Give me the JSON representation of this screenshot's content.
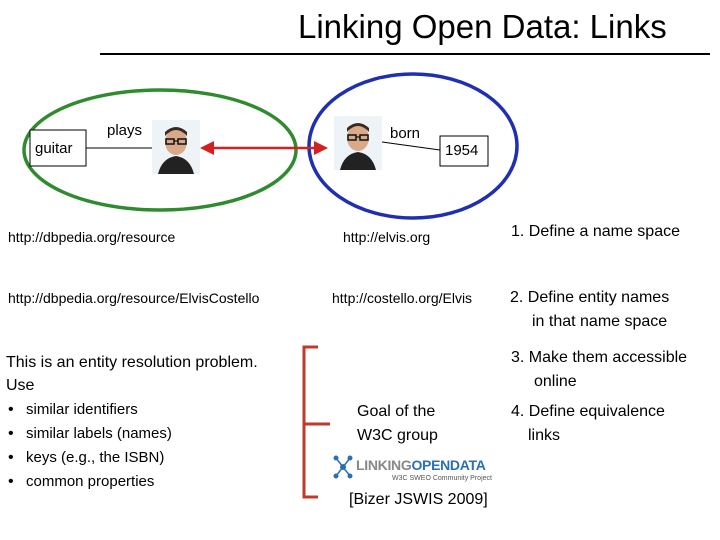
{
  "slide": {
    "title": "Linking Open Data: Links",
    "left_cluster": {
      "guitar_label": "guitar",
      "plays_label": "plays",
      "resource_url": "http://dbpedia.org/resource",
      "entity_url": "http://dbpedia.org/resource/ElvisCostello"
    },
    "right_cluster": {
      "born_label": "born",
      "year_label": "1954",
      "namespace_url": "http://elvis.org",
      "entity_url": "http://costello.org/Elvis"
    },
    "steps": {
      "step1": "1. Define a name space",
      "step2_line1": "2. Define entity names",
      "step2_line2": "in that name space",
      "step3_line1": "3. Make them accessible",
      "step3_line2": "online",
      "step4_line1": "4. Define equivalence",
      "step4_line2": "links"
    },
    "problem": {
      "line1": "This is an entity resolution problem.",
      "line2": "Use",
      "bullets": [
        "similar identifiers",
        "similar labels (names)",
        "keys (e.g., the ISBN)",
        "common properties"
      ]
    },
    "goal": {
      "line1": "Goal of the",
      "line2": "W3C group"
    },
    "logo": {
      "name_part1": "LINKING",
      "name_part2": "OPENDATA",
      "subtitle": "W3C SWEO Community Project"
    },
    "citation": "[Bizer JSWIS 2009]",
    "colors": {
      "left_ellipse": "#2e8b2e",
      "right_ellipse": "#1f2fb0",
      "link_arrow": "#d42020",
      "bracket": "#c0392b",
      "logo_blue": "#2a6fb5",
      "logo_gray": "#888888"
    }
  }
}
